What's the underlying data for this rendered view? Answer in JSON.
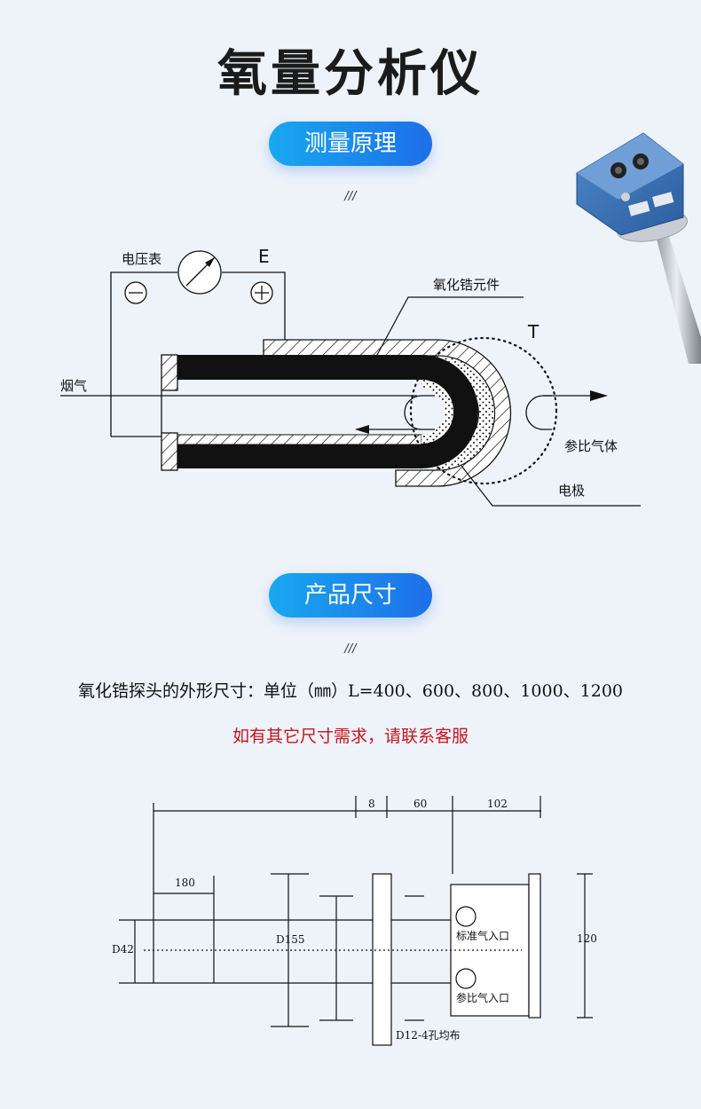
{
  "header": {
    "title": "氧量分析仪"
  },
  "section_principle": {
    "pill": "测量原理",
    "slash": "///",
    "labels": {
      "voltmeter": "电压表",
      "e": "E",
      "element": "氧化锆元件",
      "t": "T",
      "flue_gas": "烟气",
      "reference_gas": "参比气体",
      "electrode": "电极"
    }
  },
  "section_size": {
    "pill": "产品尺寸",
    "slash": "///",
    "dimension_text": "氧化锆探头的外形尺寸：单位（㎜）L=400、600、800、1000、1200",
    "contact_text": "如有其它尺寸需求，请联系客服"
  },
  "drawing": {
    "dim_8": "8",
    "dim_60": "60",
    "dim_102": "102",
    "dim_180": "180",
    "d42": "D42",
    "d155": "D155",
    "dim_120": "120",
    "standard_inlet": "标准气入口",
    "reference_inlet": "参比气入口",
    "holes": "D12-4孔均布"
  },
  "colors": {
    "pill_start": "#18a8f0",
    "pill_end": "#1e6fe8",
    "contact": "#c8141c",
    "background": "#eef3fa"
  }
}
